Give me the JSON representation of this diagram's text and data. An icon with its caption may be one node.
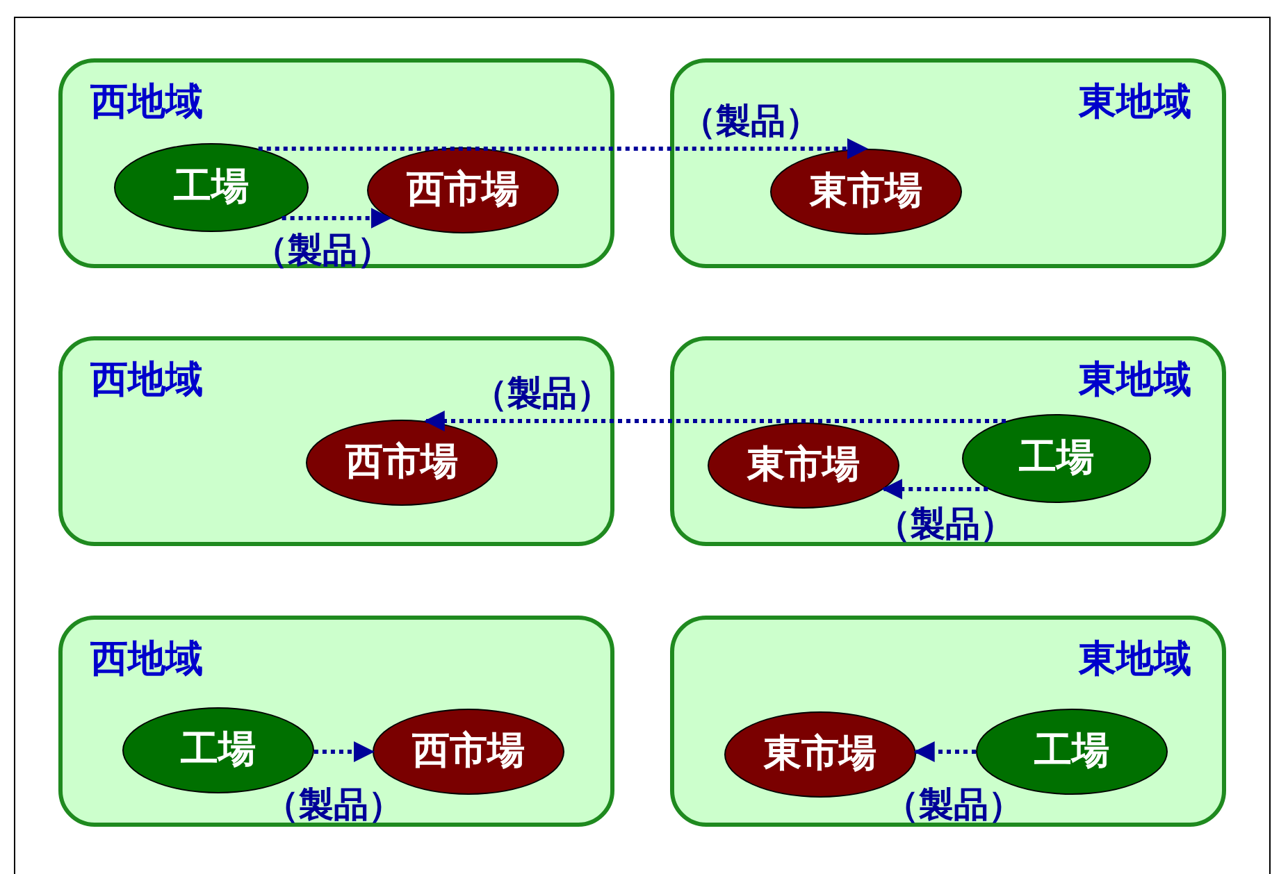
{
  "diagram": {
    "nodes": [
      {
        "text": [
          "西地域"
        ]
      },
      {
        "text": [
          "工場"
        ],
        "in": 0
      },
      {
        "text": [
          "西市場"
        ],
        "in": 0
      },
      {
        "text": [
          "東地域"
        ]
      },
      {
        "text": [
          "東市場"
        ],
        "in": 3
      },
      {
        "text": [
          "西地域"
        ]
      },
      {
        "text": [
          "西市場"
        ],
        "in": 5
      },
      {
        "text": [
          "東地域"
        ]
      },
      {
        "text": [
          "東市場"
        ],
        "in": 7
      },
      {
        "text": [
          "工場"
        ],
        "in": 7
      },
      {
        "text": [
          "西地域"
        ]
      },
      {
        "text": [
          "工場"
        ],
        "in": 10
      },
      {
        "text": [
          "西市場"
        ],
        "in": 10
      },
      {
        "text": [
          "東地域"
        ]
      },
      {
        "text": [
          "東市場"
        ],
        "in": 13
      },
      {
        "text": [
          "工場"
        ],
        "in": 13
      }
    ],
    "edges": [
      {
        "from": 1,
        "to": 2,
        "arrow": "to",
        "label": "（製品）",
        "style": "dashed"
      },
      {
        "from": 1,
        "to": 4,
        "arrow": "to",
        "label": "（製品）",
        "style": "dashed"
      },
      {
        "from": 9,
        "to": 6,
        "arrow": "to",
        "label": "（製品）",
        "style": "dashed"
      },
      {
        "from": 9,
        "to": 8,
        "arrow": "to",
        "label": "（製品）",
        "style": "dashed"
      },
      {
        "from": 11,
        "to": 12,
        "arrow": "to",
        "label": "（製品）",
        "style": "dashed"
      },
      {
        "from": 15,
        "to": 14,
        "arrow": "to",
        "label": "（製品）",
        "style": "dashed"
      }
    ]
  }
}
